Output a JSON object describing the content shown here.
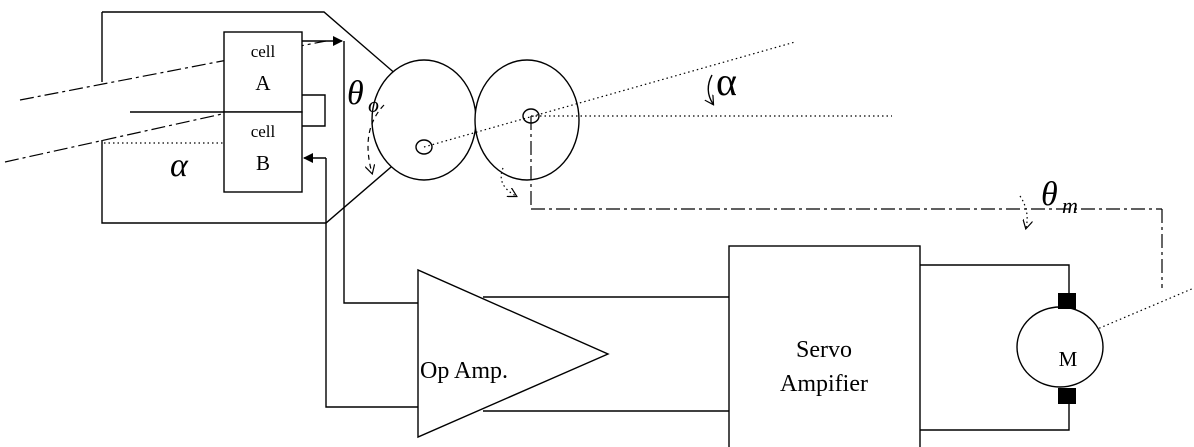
{
  "cell_a": {
    "word": "cell",
    "letter": "A"
  },
  "cell_b": {
    "word": "cell",
    "letter": "B"
  },
  "op_amp": {
    "label": "Op Amp."
  },
  "servo_amplifier": {
    "line1": "Servo",
    "line2": "Ampifier"
  },
  "motor": {
    "label": "M"
  },
  "angles": {
    "theta_o": {
      "symbol": "θ",
      "sub": "o"
    },
    "theta_m": {
      "symbol": "θ",
      "sub": "m"
    },
    "alpha_left": "α",
    "alpha_right": "α"
  }
}
